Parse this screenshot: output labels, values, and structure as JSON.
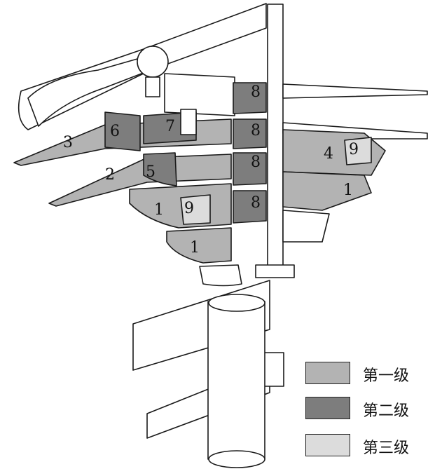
{
  "diagram": {
    "part_labels": [
      {
        "id": "label-3",
        "text": "3"
      },
      {
        "id": "label-6",
        "text": "6"
      },
      {
        "id": "label-7",
        "text": "7"
      },
      {
        "id": "label-8a",
        "text": "8"
      },
      {
        "id": "label-8b",
        "text": "8"
      },
      {
        "id": "label-8c",
        "text": "8"
      },
      {
        "id": "label-8d",
        "text": "8"
      },
      {
        "id": "label-2",
        "text": "2"
      },
      {
        "id": "label-5",
        "text": "5"
      },
      {
        "id": "label-4",
        "text": "4"
      },
      {
        "id": "label-9a",
        "text": "9"
      },
      {
        "id": "label-1a",
        "text": "1"
      },
      {
        "id": "label-1b",
        "text": "1"
      },
      {
        "id": "label-9b",
        "text": "9"
      },
      {
        "id": "label-1c",
        "text": "1"
      }
    ]
  },
  "legend": {
    "items": [
      {
        "label": "第一级",
        "color": "#b3b3b3"
      },
      {
        "label": "第二级",
        "color": "#7d7d7d"
      },
      {
        "label": "第三级",
        "color": "#dcdcdc"
      }
    ]
  }
}
